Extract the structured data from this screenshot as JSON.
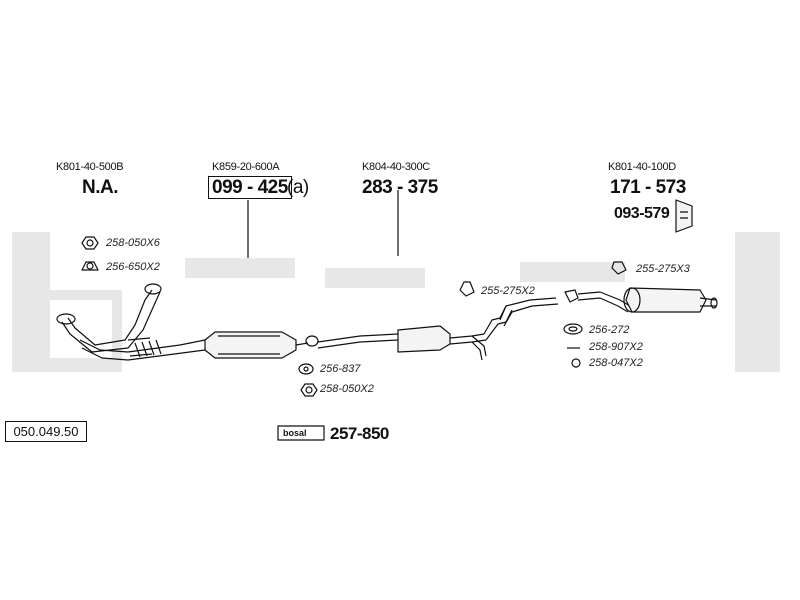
{
  "catalog_number": "050.049.50",
  "watermark": "bosal",
  "sections": [
    {
      "oem": "K801-40-500B",
      "part": "N.A."
    },
    {
      "oem": "K859-20-600A",
      "part": "099 - 425",
      "suffix": "(a)"
    },
    {
      "oem": "K804-40-300C",
      "part": "283 - 375"
    },
    {
      "oem": "K801-40-100D",
      "part": "171 - 573",
      "extra_part": "093-579"
    }
  ],
  "accessories": [
    "258-050X6",
    "256-650X2",
    "256-837",
    "258-050X2",
    "255-275X2",
    "255-275X3",
    "256-272",
    "258-907X2",
    "258-047X2"
  ],
  "kit": {
    "logo_text": "bosal",
    "part": "257-850"
  },
  "colors": {
    "line": "#111111",
    "watermark": "#e6e6e6",
    "pipe_fill": "#f4f4f4"
  }
}
